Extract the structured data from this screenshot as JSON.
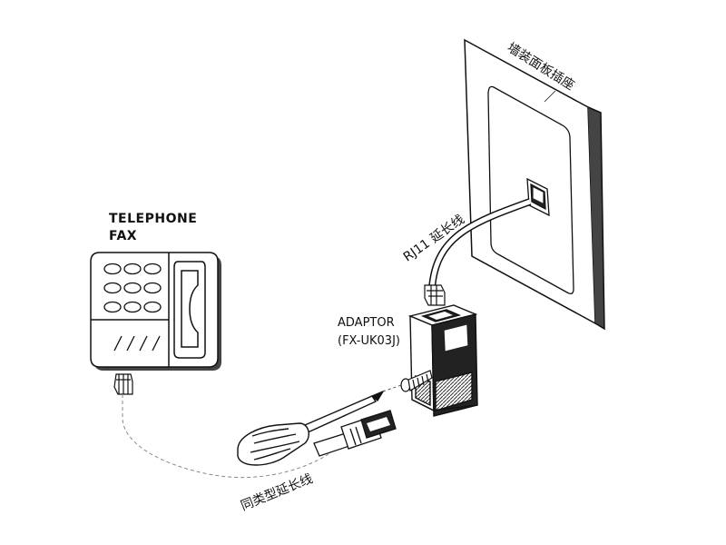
{
  "labels": {
    "wall_plate": "墙装面板插座",
    "rj11_cable": "RJ11 延长线",
    "device_line1": "TELEPHONE",
    "device_line2": "FAX",
    "adaptor_name": "ADAPTOR",
    "adaptor_model": "(FX-UK03J)",
    "extension_cable": "同类型延长线"
  },
  "colors": {
    "line": "#111111",
    "plate_shadow": "#666666",
    "dashed": "#888888"
  },
  "icons": [
    "wall-socket-icon",
    "telephone-fax-icon",
    "adaptor-icon",
    "screwdriver-icon",
    "rj11-plug-icon",
    "screw-icon"
  ]
}
